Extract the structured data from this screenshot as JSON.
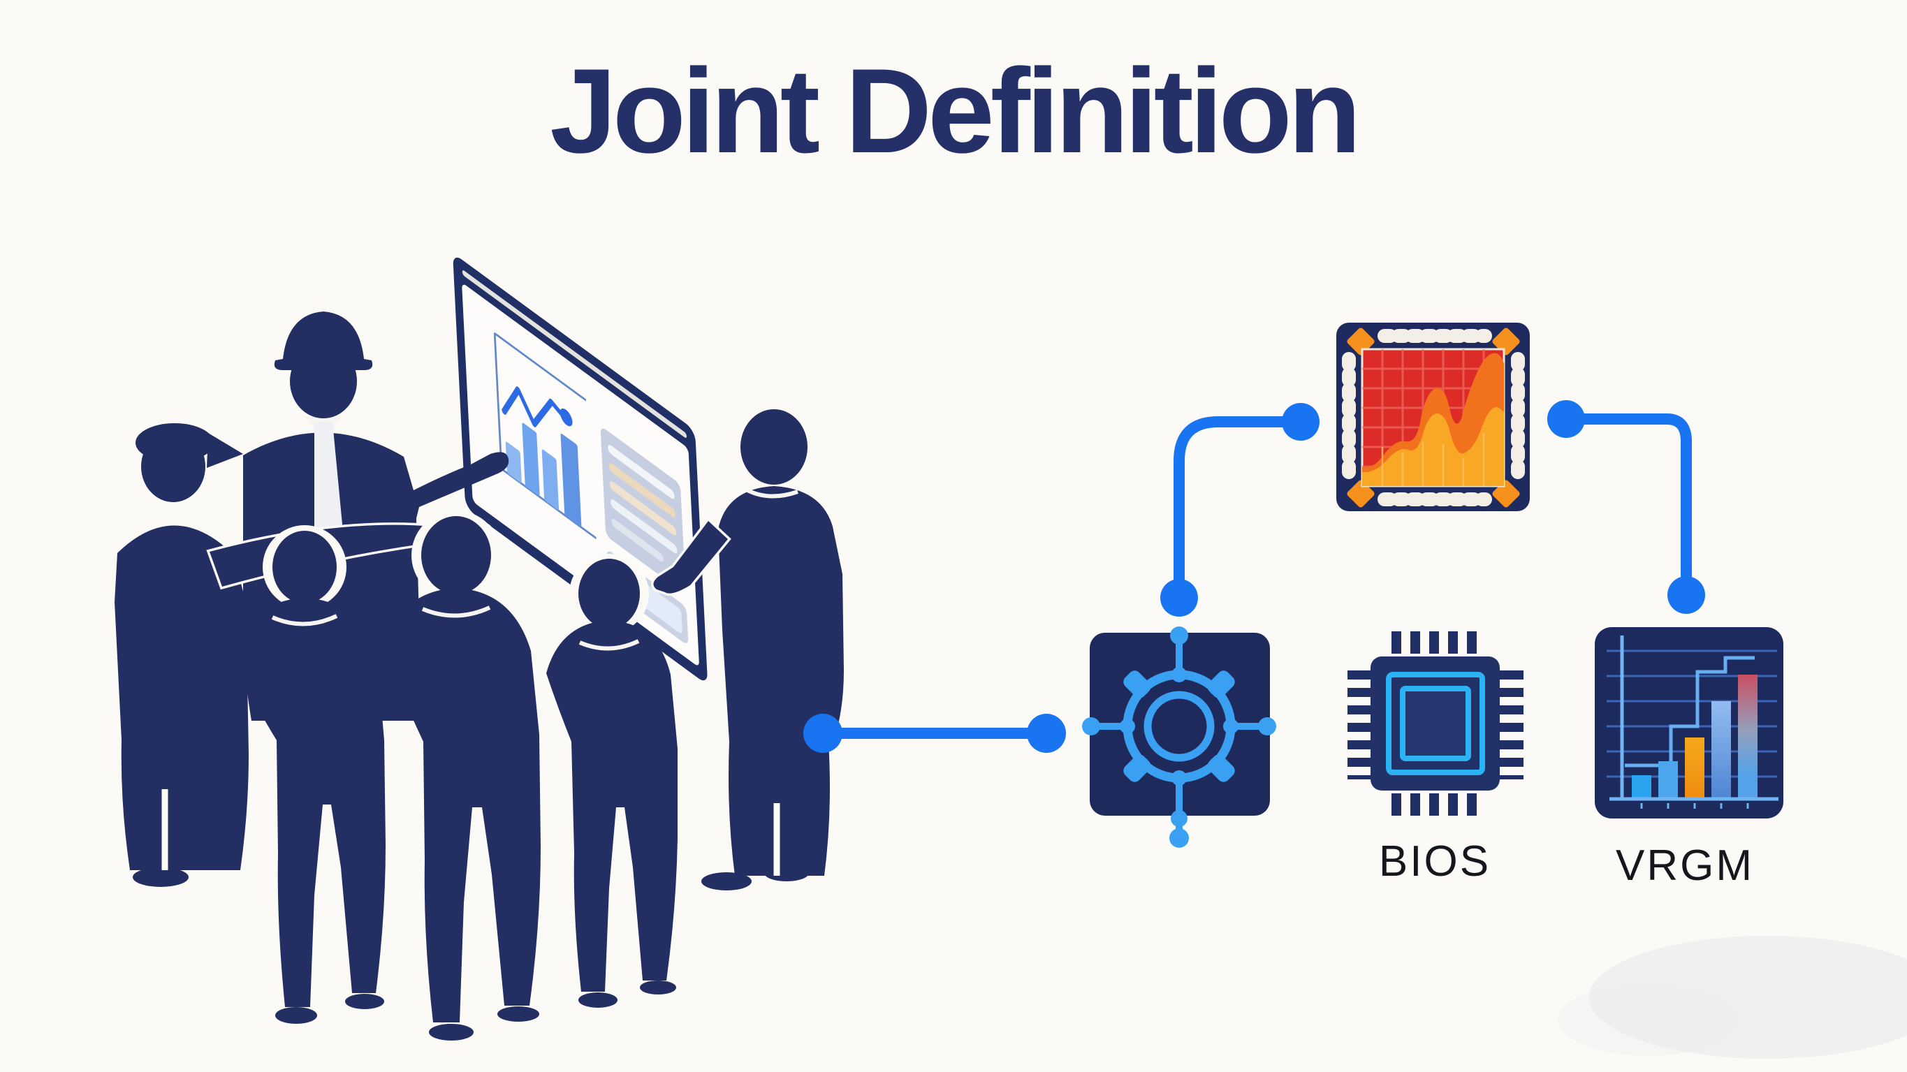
{
  "title": "Joint Definition",
  "labels": {
    "bios": "BIOS",
    "vrgm": "VRGM"
  },
  "colors": {
    "background": "#fbfaf7",
    "title_navy": "#252f68",
    "silhouette_navy": "#232e62",
    "tile_navy": "#1f2b5f",
    "connector_blue": "#1874f0",
    "gear_blue": "#3aa0f2",
    "chip_cyan": "#2cb3f6",
    "heatmap_red": "#dd2b27",
    "heatmap_orange": "#f2711c",
    "heatmap_yellow": "#f9a826",
    "corner_orange": "#f6911e",
    "label_dark": "#16161d"
  },
  "scene": {
    "people_count": 6,
    "left_illustration": "team-discussing-presentation-board",
    "board_contents": [
      "line-chart-with-end-dot",
      "bar-chart-4-bars",
      "text-panel",
      "text-strip"
    ]
  },
  "diagram": {
    "nodes": [
      {
        "id": "team",
        "icon": "team-presentation-illustration",
        "label": ""
      },
      {
        "id": "hub",
        "icon": "gear-hub-icon",
        "label": ""
      },
      {
        "id": "heatmap_chip",
        "icon": "chip-heatmap-icon",
        "label": ""
      },
      {
        "id": "bios_chip",
        "icon": "chip-icon",
        "label": "BIOS"
      },
      {
        "id": "vrgm_panel",
        "icon": "bar-chart-panel-icon",
        "label": "VRGM"
      }
    ],
    "connections": [
      {
        "from": "team",
        "to": "hub",
        "style": "dot-line-dot"
      },
      {
        "from": "hub",
        "to": "heatmap_chip",
        "style": "dot-elbow-dot"
      },
      {
        "from": "heatmap_chip",
        "to": "vrgm_panel",
        "style": "dot-elbow-dot"
      }
    ]
  },
  "vrgm_icon_bars": {
    "relative_heights": [
      0.19,
      0.3,
      0.49,
      0.79,
      1.0
    ],
    "bar_colors": [
      "blue",
      "blue",
      "orange",
      "blue",
      "red-gray-blue"
    ]
  }
}
